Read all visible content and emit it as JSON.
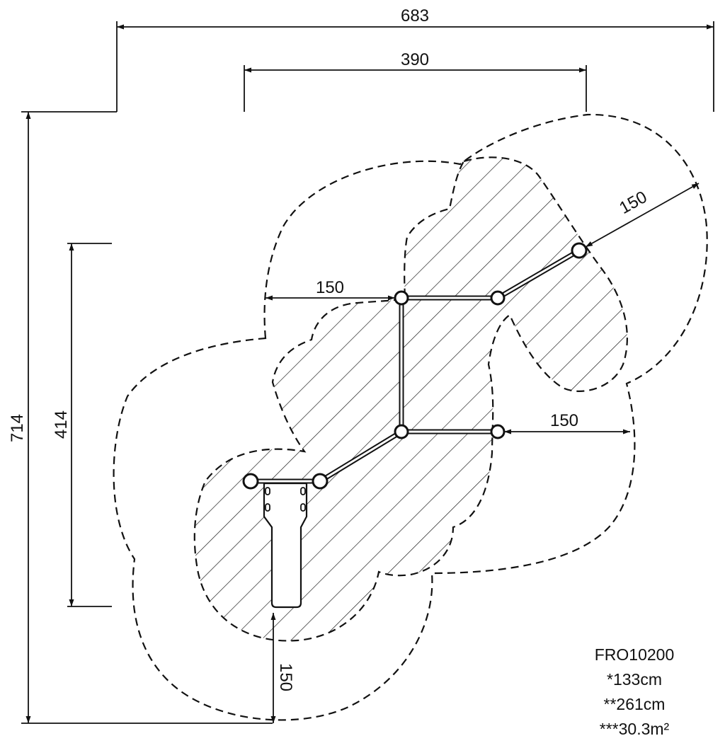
{
  "dimensions": {
    "overall_width": "683",
    "inner_width": "390",
    "overall_height": "714",
    "inner_height": "414",
    "clearance_top_left": "150",
    "clearance_top_right": "150",
    "clearance_right": "150",
    "clearance_bottom": "150"
  },
  "product": {
    "code": "FRO10200",
    "dim1": "*133cm",
    "dim2": "**261cm",
    "area": "***30.3m²"
  }
}
